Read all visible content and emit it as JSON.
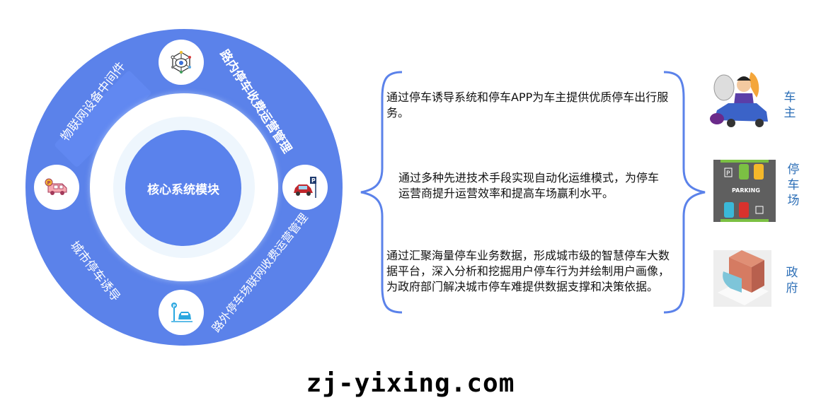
{
  "diagram": {
    "core_label": "核心系统模块",
    "segments": [
      {
        "id": "iot",
        "label": "物联网设备中间件",
        "icon": "network-cloud-icon"
      },
      {
        "id": "onstreet",
        "label": "路内停车收费运营管理",
        "icon": "car-parking-sign-icon"
      },
      {
        "id": "offstreet",
        "label": "路外停车场联网收费运营管理",
        "icon": "parking-pole-car-icon"
      },
      {
        "id": "guidance",
        "label": "城市停车诱导",
        "icon": "pink-car-parking-icon"
      }
    ],
    "descriptions": [
      "通过停车诱导系统和停车APP为车主提供优质停车出行服务。",
      "通过多种先进技术手段实现自动化运维模式，为停车运营商提升运营效率和提高车场赢利水平。",
      "通过汇聚海量停车业务数据，形成城市级的智慧停车大数据平台，深入分析和挖掘用户停车行为并绘制用户画像，为政府部门解决城市停车难提供数据支撑和决策依据。"
    ],
    "stakeholders": [
      {
        "label": "车主",
        "image": "angry-driver-car-image"
      },
      {
        "label": "停车场",
        "image": "parking-lot-image",
        "image_text": "PARKING"
      },
      {
        "label": "政府",
        "image": "government-building-image"
      }
    ],
    "colors": {
      "ring": "#5b82ea",
      "core": "#5a82ec",
      "brace": "#5b82ea",
      "stakeholder_text": "#2d6fb7"
    }
  },
  "footer": {
    "watermark": "zj-yixing.com"
  }
}
